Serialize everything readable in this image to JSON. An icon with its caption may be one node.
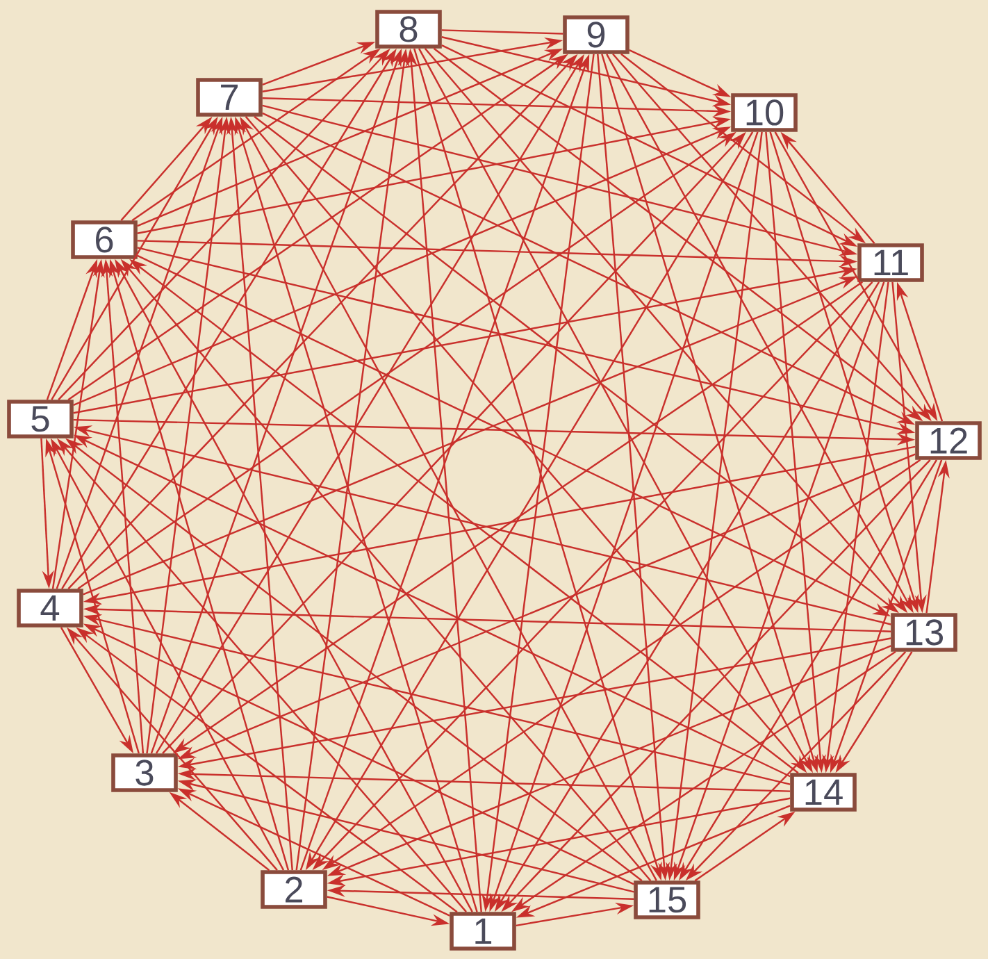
{
  "diagram": {
    "nodes": [
      {
        "text": [
          "1"
        ]
      },
      {
        "text": [
          "2"
        ]
      },
      {
        "text": [
          "3"
        ]
      },
      {
        "text": [
          "4"
        ]
      },
      {
        "text": [
          "5"
        ]
      },
      {
        "text": [
          "6"
        ]
      },
      {
        "text": [
          "7"
        ]
      },
      {
        "text": [
          "8"
        ]
      },
      {
        "text": [
          "9"
        ]
      },
      {
        "text": [
          "10"
        ]
      },
      {
        "text": [
          "11"
        ]
      },
      {
        "text": [
          "12"
        ]
      },
      {
        "text": [
          "13"
        ]
      },
      {
        "text": [
          "14"
        ]
      },
      {
        "text": [
          "15"
        ]
      }
    ],
    "edges": [
      {
        "from": 1,
        "to": 0,
        "arrow": "to"
      },
      {
        "from": 0,
        "to": 2,
        "arrow": "to"
      },
      {
        "from": 0,
        "to": 3,
        "arrow": "to"
      },
      {
        "from": 0,
        "to": 4,
        "arrow": "to"
      },
      {
        "from": 0,
        "to": 5,
        "arrow": "to"
      },
      {
        "from": 0,
        "to": 6,
        "arrow": "to"
      },
      {
        "from": 0,
        "to": 7,
        "arrow": "to"
      },
      {
        "from": 8,
        "to": 0,
        "arrow": "to"
      },
      {
        "from": 9,
        "to": 0,
        "arrow": "to"
      },
      {
        "from": 10,
        "to": 0,
        "arrow": "to"
      },
      {
        "from": 11,
        "to": 0,
        "arrow": "to"
      },
      {
        "from": 12,
        "to": 0,
        "arrow": "to"
      },
      {
        "from": 13,
        "to": 0,
        "arrow": "to"
      },
      {
        "from": 0,
        "to": 14,
        "arrow": "to"
      },
      {
        "from": 1,
        "to": 2,
        "arrow": "to"
      },
      {
        "from": 1,
        "to": 3,
        "arrow": "to"
      },
      {
        "from": 1,
        "to": 4,
        "arrow": "to"
      },
      {
        "from": 1,
        "to": 5,
        "arrow": "to"
      },
      {
        "from": 1,
        "to": 6,
        "arrow": "to"
      },
      {
        "from": 1,
        "to": 7,
        "arrow": "to"
      },
      {
        "from": 1,
        "to": 8,
        "arrow": "to"
      },
      {
        "from": 9,
        "to": 1,
        "arrow": "to"
      },
      {
        "from": 10,
        "to": 1,
        "arrow": "to"
      },
      {
        "from": 11,
        "to": 1,
        "arrow": "to"
      },
      {
        "from": 12,
        "to": 1,
        "arrow": "to"
      },
      {
        "from": 13,
        "to": 1,
        "arrow": "to"
      },
      {
        "from": 14,
        "to": 1,
        "arrow": "to"
      },
      {
        "from": 3,
        "to": 2,
        "arrow": "to"
      },
      {
        "from": 2,
        "to": 4,
        "arrow": "to"
      },
      {
        "from": 2,
        "to": 5,
        "arrow": "to"
      },
      {
        "from": 2,
        "to": 6,
        "arrow": "to"
      },
      {
        "from": 2,
        "to": 7,
        "arrow": "to"
      },
      {
        "from": 2,
        "to": 8,
        "arrow": "to"
      },
      {
        "from": 2,
        "to": 9,
        "arrow": "to"
      },
      {
        "from": 10,
        "to": 2,
        "arrow": "to"
      },
      {
        "from": 11,
        "to": 2,
        "arrow": "to"
      },
      {
        "from": 12,
        "to": 2,
        "arrow": "to"
      },
      {
        "from": 13,
        "to": 2,
        "arrow": "to"
      },
      {
        "from": 14,
        "to": 2,
        "arrow": "to"
      },
      {
        "from": 4,
        "to": 3,
        "arrow": "to"
      },
      {
        "from": 3,
        "to": 5,
        "arrow": "to"
      },
      {
        "from": 3,
        "to": 6,
        "arrow": "to"
      },
      {
        "from": 3,
        "to": 7,
        "arrow": "to"
      },
      {
        "from": 3,
        "to": 8,
        "arrow": "to"
      },
      {
        "from": 3,
        "to": 9,
        "arrow": "to"
      },
      {
        "from": 3,
        "to": 10,
        "arrow": "to"
      },
      {
        "from": 11,
        "to": 3,
        "arrow": "to"
      },
      {
        "from": 12,
        "to": 3,
        "arrow": "to"
      },
      {
        "from": 13,
        "to": 3,
        "arrow": "to"
      },
      {
        "from": 14,
        "to": 3,
        "arrow": "to"
      },
      {
        "from": 4,
        "to": 5,
        "arrow": "to"
      },
      {
        "from": 4,
        "to": 6,
        "arrow": "to"
      },
      {
        "from": 4,
        "to": 7,
        "arrow": "to"
      },
      {
        "from": 4,
        "to": 8,
        "arrow": "to"
      },
      {
        "from": 4,
        "to": 9,
        "arrow": "to"
      },
      {
        "from": 4,
        "to": 10,
        "arrow": "to"
      },
      {
        "from": 4,
        "to": 11,
        "arrow": "to"
      },
      {
        "from": 12,
        "to": 4,
        "arrow": "to"
      },
      {
        "from": 13,
        "to": 4,
        "arrow": "to"
      },
      {
        "from": 14,
        "to": 4,
        "arrow": "to"
      },
      {
        "from": 5,
        "to": 6,
        "arrow": "to"
      },
      {
        "from": 5,
        "to": 7,
        "arrow": "to"
      },
      {
        "from": 5,
        "to": 8,
        "arrow": "to"
      },
      {
        "from": 5,
        "to": 9,
        "arrow": "to"
      },
      {
        "from": 5,
        "to": 10,
        "arrow": "to"
      },
      {
        "from": 5,
        "to": 11,
        "arrow": "to"
      },
      {
        "from": 5,
        "to": 12,
        "arrow": "to"
      },
      {
        "from": 13,
        "to": 5,
        "arrow": "to"
      },
      {
        "from": 14,
        "to": 5,
        "arrow": "to"
      },
      {
        "from": 6,
        "to": 7,
        "arrow": "to"
      },
      {
        "from": 6,
        "to": 8,
        "arrow": "to"
      },
      {
        "from": 6,
        "to": 9,
        "arrow": "to"
      },
      {
        "from": 6,
        "to": 10,
        "arrow": "to"
      },
      {
        "from": 6,
        "to": 11,
        "arrow": "to"
      },
      {
        "from": 6,
        "to": 12,
        "arrow": "to"
      },
      {
        "from": 6,
        "to": 13,
        "arrow": "to"
      },
      {
        "from": 14,
        "to": 6,
        "arrow": "to"
      },
      {
        "from": 7,
        "to": 8,
        "arrow": "none"
      },
      {
        "from": 7,
        "to": 9,
        "arrow": "to"
      },
      {
        "from": 7,
        "to": 10,
        "arrow": "to"
      },
      {
        "from": 7,
        "to": 11,
        "arrow": "to"
      },
      {
        "from": 7,
        "to": 12,
        "arrow": "to"
      },
      {
        "from": 7,
        "to": 13,
        "arrow": "to"
      },
      {
        "from": 7,
        "to": 14,
        "arrow": "to"
      },
      {
        "from": 8,
        "to": 9,
        "arrow": "to"
      },
      {
        "from": 8,
        "to": 10,
        "arrow": "to"
      },
      {
        "from": 8,
        "to": 11,
        "arrow": "to"
      },
      {
        "from": 8,
        "to": 12,
        "arrow": "to"
      },
      {
        "from": 8,
        "to": 13,
        "arrow": "to"
      },
      {
        "from": 8,
        "to": 14,
        "arrow": "to"
      },
      {
        "from": 10,
        "to": 9,
        "arrow": "to"
      },
      {
        "from": 9,
        "to": 11,
        "arrow": "to"
      },
      {
        "from": 9,
        "to": 12,
        "arrow": "to"
      },
      {
        "from": 9,
        "to": 13,
        "arrow": "to"
      },
      {
        "from": 9,
        "to": 14,
        "arrow": "to"
      },
      {
        "from": 11,
        "to": 10,
        "arrow": "to"
      },
      {
        "from": 10,
        "to": 12,
        "arrow": "to"
      },
      {
        "from": 10,
        "to": 13,
        "arrow": "to"
      },
      {
        "from": 10,
        "to": 14,
        "arrow": "to"
      },
      {
        "from": 12,
        "to": 11,
        "arrow": "to"
      },
      {
        "from": 11,
        "to": 13,
        "arrow": "to"
      },
      {
        "from": 11,
        "to": 14,
        "arrow": "to"
      },
      {
        "from": 12,
        "to": 13,
        "arrow": "to"
      },
      {
        "from": 12,
        "to": 14,
        "arrow": "to"
      },
      {
        "from": 14,
        "to": 13,
        "arrow": "to"
      }
    ]
  }
}
